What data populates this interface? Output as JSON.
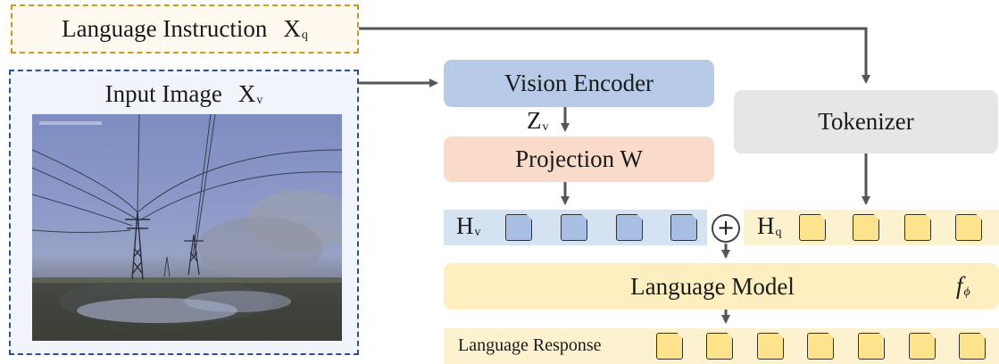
{
  "language_instruction": {
    "label": "Language Instruction",
    "symbol": "X",
    "subscript": "q"
  },
  "input_image": {
    "label": "Input Image",
    "symbol": "X",
    "subscript": "v"
  },
  "vision_encoder": {
    "label": "Vision Encoder"
  },
  "z_label": {
    "symbol": "Z",
    "subscript": "v"
  },
  "projection": {
    "label": "Projection W"
  },
  "tokenizer": {
    "label": "Tokenizer"
  },
  "h_v": {
    "symbol": "H",
    "subscript": "v"
  },
  "h_q": {
    "symbol": "H",
    "subscript": "q"
  },
  "concat_symbol": "+",
  "language_model": {
    "label": "Language Model",
    "symbol": "f",
    "subscript": "ϕ"
  },
  "language_response": {
    "label": "Language Response"
  },
  "colors": {
    "vision_encoder": "#b7cbe9",
    "projection": "#fadbc9",
    "tokenizer": "#e6e6e6",
    "language_model": "#fdefc0",
    "token_blue": "#a8bfe3",
    "token_yellow": "#fde48c",
    "arrow": "#555555"
  }
}
